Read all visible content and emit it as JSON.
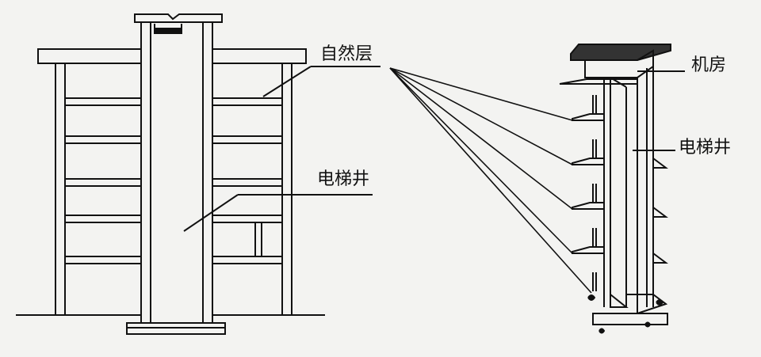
{
  "labels": {
    "natural_floor": "自然层",
    "shaft_left": "电梯井",
    "machine_room": "机房",
    "shaft_right": "电梯井"
  },
  "colors": {
    "background": "#f3f3f1",
    "ink": "#111111",
    "cap": "#333333"
  }
}
